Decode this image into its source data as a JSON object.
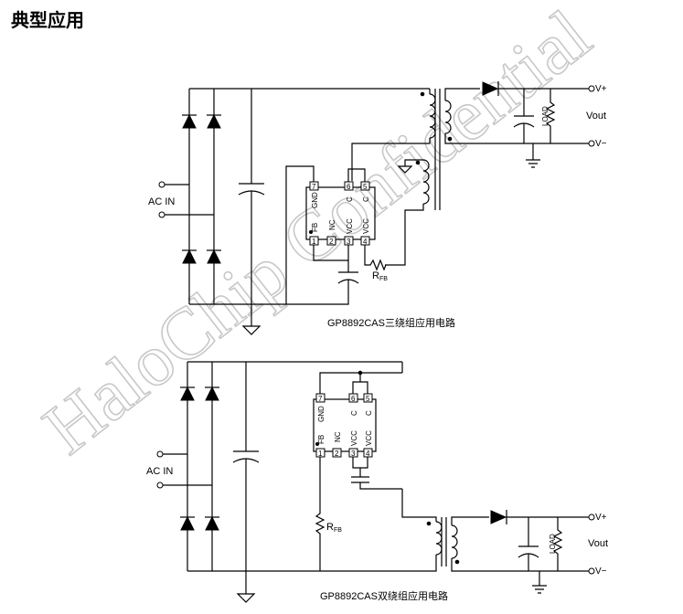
{
  "heading": "典型应用",
  "watermark": "HaloChip Confidential",
  "circuit_top": {
    "caption": "GP8892CAS三绕组应用电路",
    "ac_in": "AC IN",
    "vplus": "V+",
    "vminus": "V−",
    "vout": "Vout",
    "load": "LOAD",
    "rfb": "R",
    "rfb_sub": "FB",
    "pins": {
      "p7": "7",
      "p6": "6",
      "p5": "5",
      "p1": "1",
      "p2": "2",
      "p3": "3",
      "p4": "4",
      "gnd": "GND",
      "c6": "C",
      "c5": "C",
      "fb": "FB",
      "nc": "NC",
      "vcc3": "VCC",
      "vcc4": "VCC"
    }
  },
  "circuit_bottom": {
    "caption": "GP8892CAS双绕组应用电路",
    "ac_in": "AC IN",
    "vplus": "V+",
    "vminus": "V−",
    "vout": "Vout",
    "load": "LOAD",
    "rfb": "R",
    "rfb_sub": "FB",
    "pins": {
      "p7": "7",
      "p6": "6",
      "p5": "5",
      "p1": "1",
      "p2": "2",
      "p3": "3",
      "p4": "4",
      "gnd": "GND",
      "c6": "C",
      "c5": "C",
      "fb": "FB",
      "nc": "NC",
      "vcc3": "VCC",
      "vcc4": "VCC"
    }
  }
}
